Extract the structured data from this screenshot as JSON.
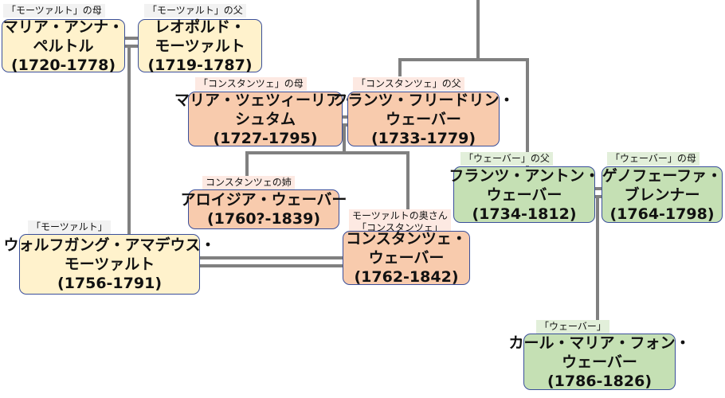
{
  "colors": {
    "mozart": "#fff2cc",
    "weber_constanze": "#f8cbad",
    "weber_franz": "#c5e0b4",
    "line": "#808080",
    "border": "#3a4f9a"
  },
  "people": {
    "anna": {
      "tag": "「モーツァルト」の母",
      "lines": [
        "マリア・アンナ・",
        "ペルトル",
        "(1720-1778)"
      ]
    },
    "leopold": {
      "tag": "「モーツァルト」の父",
      "lines": [
        "レオポルド・",
        "モーツァルト",
        "(1719-1787)"
      ]
    },
    "stamm": {
      "tag": "「コンスタンツェ」の母",
      "lines": [
        "マリア・ツェツィーリア・",
        "シュタム",
        "(1727-1795)"
      ]
    },
    "fridolin": {
      "tag": "「コンスタンツェ」の父",
      "lines": [
        "フランツ・フリードリン・",
        "ウェーバー",
        "(1733-1779)"
      ]
    },
    "aloysia": {
      "tag": "コンスタンツェの姉",
      "lines": [
        "アロイジア・ウェーバー",
        "(1760?-1839)"
      ]
    },
    "wolfgang": {
      "tag": "「モーツァルト」",
      "lines": [
        "ウォルフガング・アマデウス・",
        "モーツァルト",
        "(1756-1791)"
      ]
    },
    "constanze": {
      "tag": [
        "モーツァルトの奥さん",
        "「コンスタンツェ」"
      ],
      "lines": [
        "コンスタンツェ・",
        "ウェーバー",
        "(1762-1842)"
      ]
    },
    "franz_anton": {
      "tag": "「ウェーバー」の父",
      "lines": [
        "フランツ・アントン・",
        "ウェーバー",
        "(1734-1812)"
      ]
    },
    "genovefa": {
      "tag": "「ウェーバー」の母",
      "lines": [
        "ゲノフェーファ・",
        "ブレンナー",
        "(1764-1798)"
      ]
    },
    "carl": {
      "tag": "「ウェーバー」",
      "lines": [
        "カール・マリア・フォン・",
        "ウェーバー",
        "(1786-1826)"
      ]
    }
  }
}
